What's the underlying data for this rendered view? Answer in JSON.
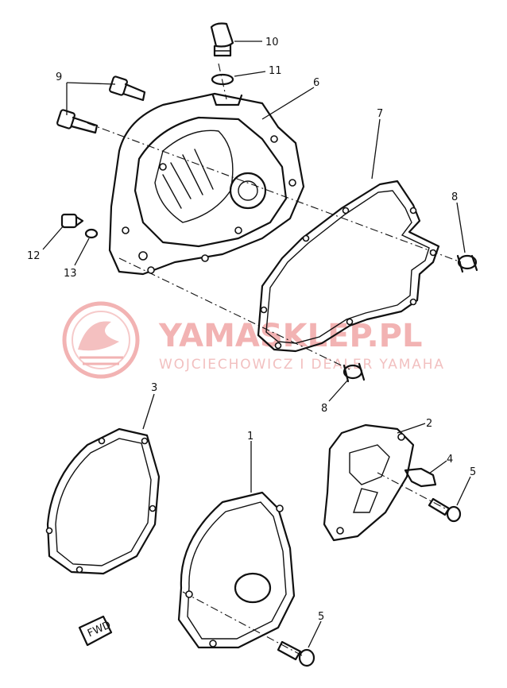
{
  "diagram": {
    "callouts": [
      {
        "id": "10",
        "text": "10"
      },
      {
        "id": "11",
        "text": "11"
      },
      {
        "id": "9",
        "text": "9"
      },
      {
        "id": "6",
        "text": "6"
      },
      {
        "id": "7",
        "text": "7"
      },
      {
        "id": "8a",
        "text": "8"
      },
      {
        "id": "12",
        "text": "12"
      },
      {
        "id": "13",
        "text": "13"
      },
      {
        "id": "8b",
        "text": "8"
      },
      {
        "id": "3",
        "text": "3"
      },
      {
        "id": "1",
        "text": "1"
      },
      {
        "id": "2",
        "text": "2"
      },
      {
        "id": "4",
        "text": "4"
      },
      {
        "id": "5a",
        "text": "5"
      },
      {
        "id": "5b",
        "text": "5"
      }
    ],
    "fwd_mark": "FWD"
  },
  "watermark": {
    "title": "YAMASKLEP.PL",
    "subtitle": "WOJCIECHOWICZ I DEALER YAMAHA"
  },
  "colors": {
    "ink": "#111111",
    "watermark": "#f2b3b3"
  }
}
